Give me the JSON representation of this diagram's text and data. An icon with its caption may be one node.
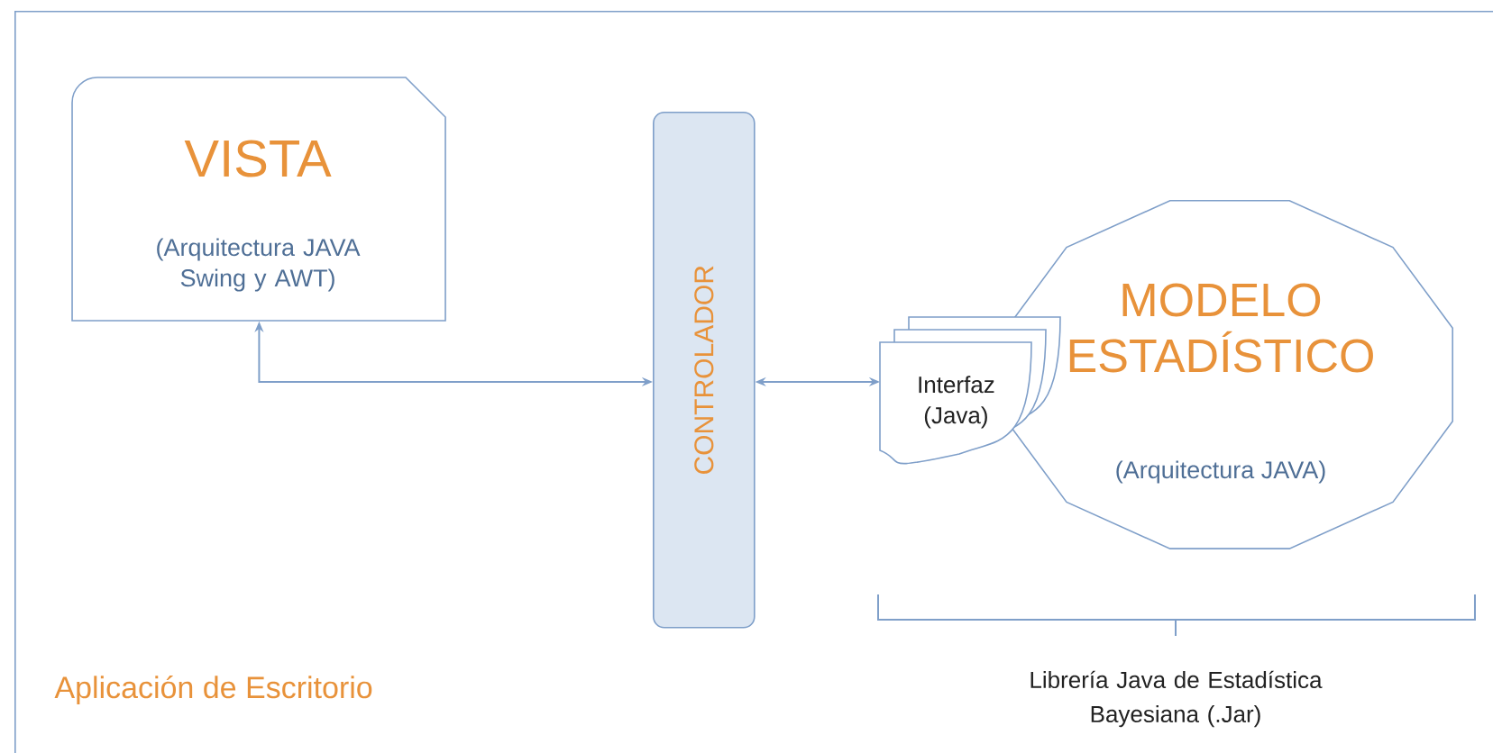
{
  "diagram": {
    "nodes": [
      {
        "text": [
          "Aplicación de Escritorio"
        ]
      },
      {
        "text": [
          "VISTA",
          "(Arquitectura JAVA Swing y AWT)"
        ],
        "in": 0
      },
      {
        "text": [
          "CONTROLADOR"
        ],
        "in": 0
      },
      {
        "text": [
          "MODELO ESTADÍSTICO",
          "(Arquitectura JAVA)"
        ],
        "in": 0
      },
      {
        "text": [
          "Interfaz (Java)"
        ],
        "in": 0
      }
    ],
    "edges": [
      {
        "from": 1,
        "to": 2,
        "arrow": "both"
      },
      {
        "from": 2,
        "to": 4,
        "arrow": "both"
      }
    ],
    "labels": [
      "Librería Java de Estadística Bayesiana (.Jar)"
    ]
  }
}
